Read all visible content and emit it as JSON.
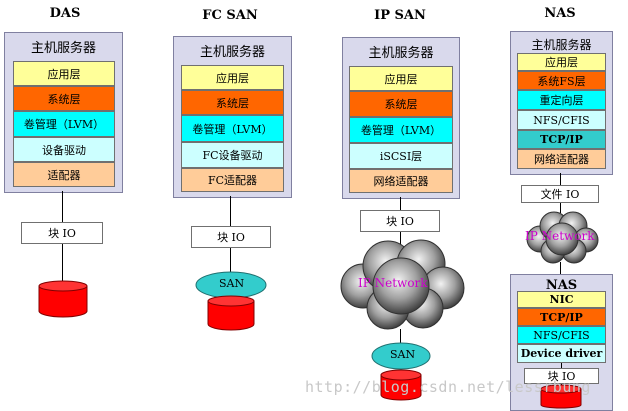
{
  "columns": {
    "das": {
      "title": "DAS",
      "host": "主机服务器",
      "layers": [
        "应用层",
        "系统层",
        "卷管理（LVM）",
        "设备驱动",
        "适配器"
      ],
      "io": "块 IO"
    },
    "fcsan": {
      "title": "FC SAN",
      "host": "主机服务器",
      "layers": [
        "应用层",
        "系统层",
        "卷管理（LVM）",
        "FC设备驱动",
        "FC适配器"
      ],
      "io": "块 IO",
      "network": "SAN"
    },
    "ipsan": {
      "title": "IP SAN",
      "host": "主机服务器",
      "layers": [
        "应用层",
        "系统层",
        "卷管理（LVM）",
        "iSCSI层",
        "网络适配器"
      ],
      "io": "块 IO",
      "cloud": "IP Network",
      "network": "SAN"
    },
    "nas": {
      "title": "NAS",
      "host": "主机服务器",
      "layers": [
        "应用层",
        "系统FS层",
        "重定向层",
        "NFS/CFIS",
        "TCP/IP",
        "网络适配器"
      ],
      "io": "文件 IO",
      "cloud": "IP Network",
      "nas_box": {
        "title": "NAS",
        "layers": [
          "NIC",
          "TCP/IP",
          "NFS/CFIS",
          "Device driver"
        ],
        "io": "块 IO"
      }
    }
  },
  "watermark": "http://blog.csdn.net/lessrbung",
  "colors": {
    "yellow": "#ffff99",
    "orange": "#ff6600",
    "cyan": "#00ffff",
    "light_cyan": "#ccffff",
    "peach": "#ffcc99",
    "teal": "#33cccc",
    "disk_red": "#ff0000",
    "san_teal": "#33cccc",
    "server_bg": "#d9d9ec",
    "cloud_text": "#cc00cc"
  }
}
